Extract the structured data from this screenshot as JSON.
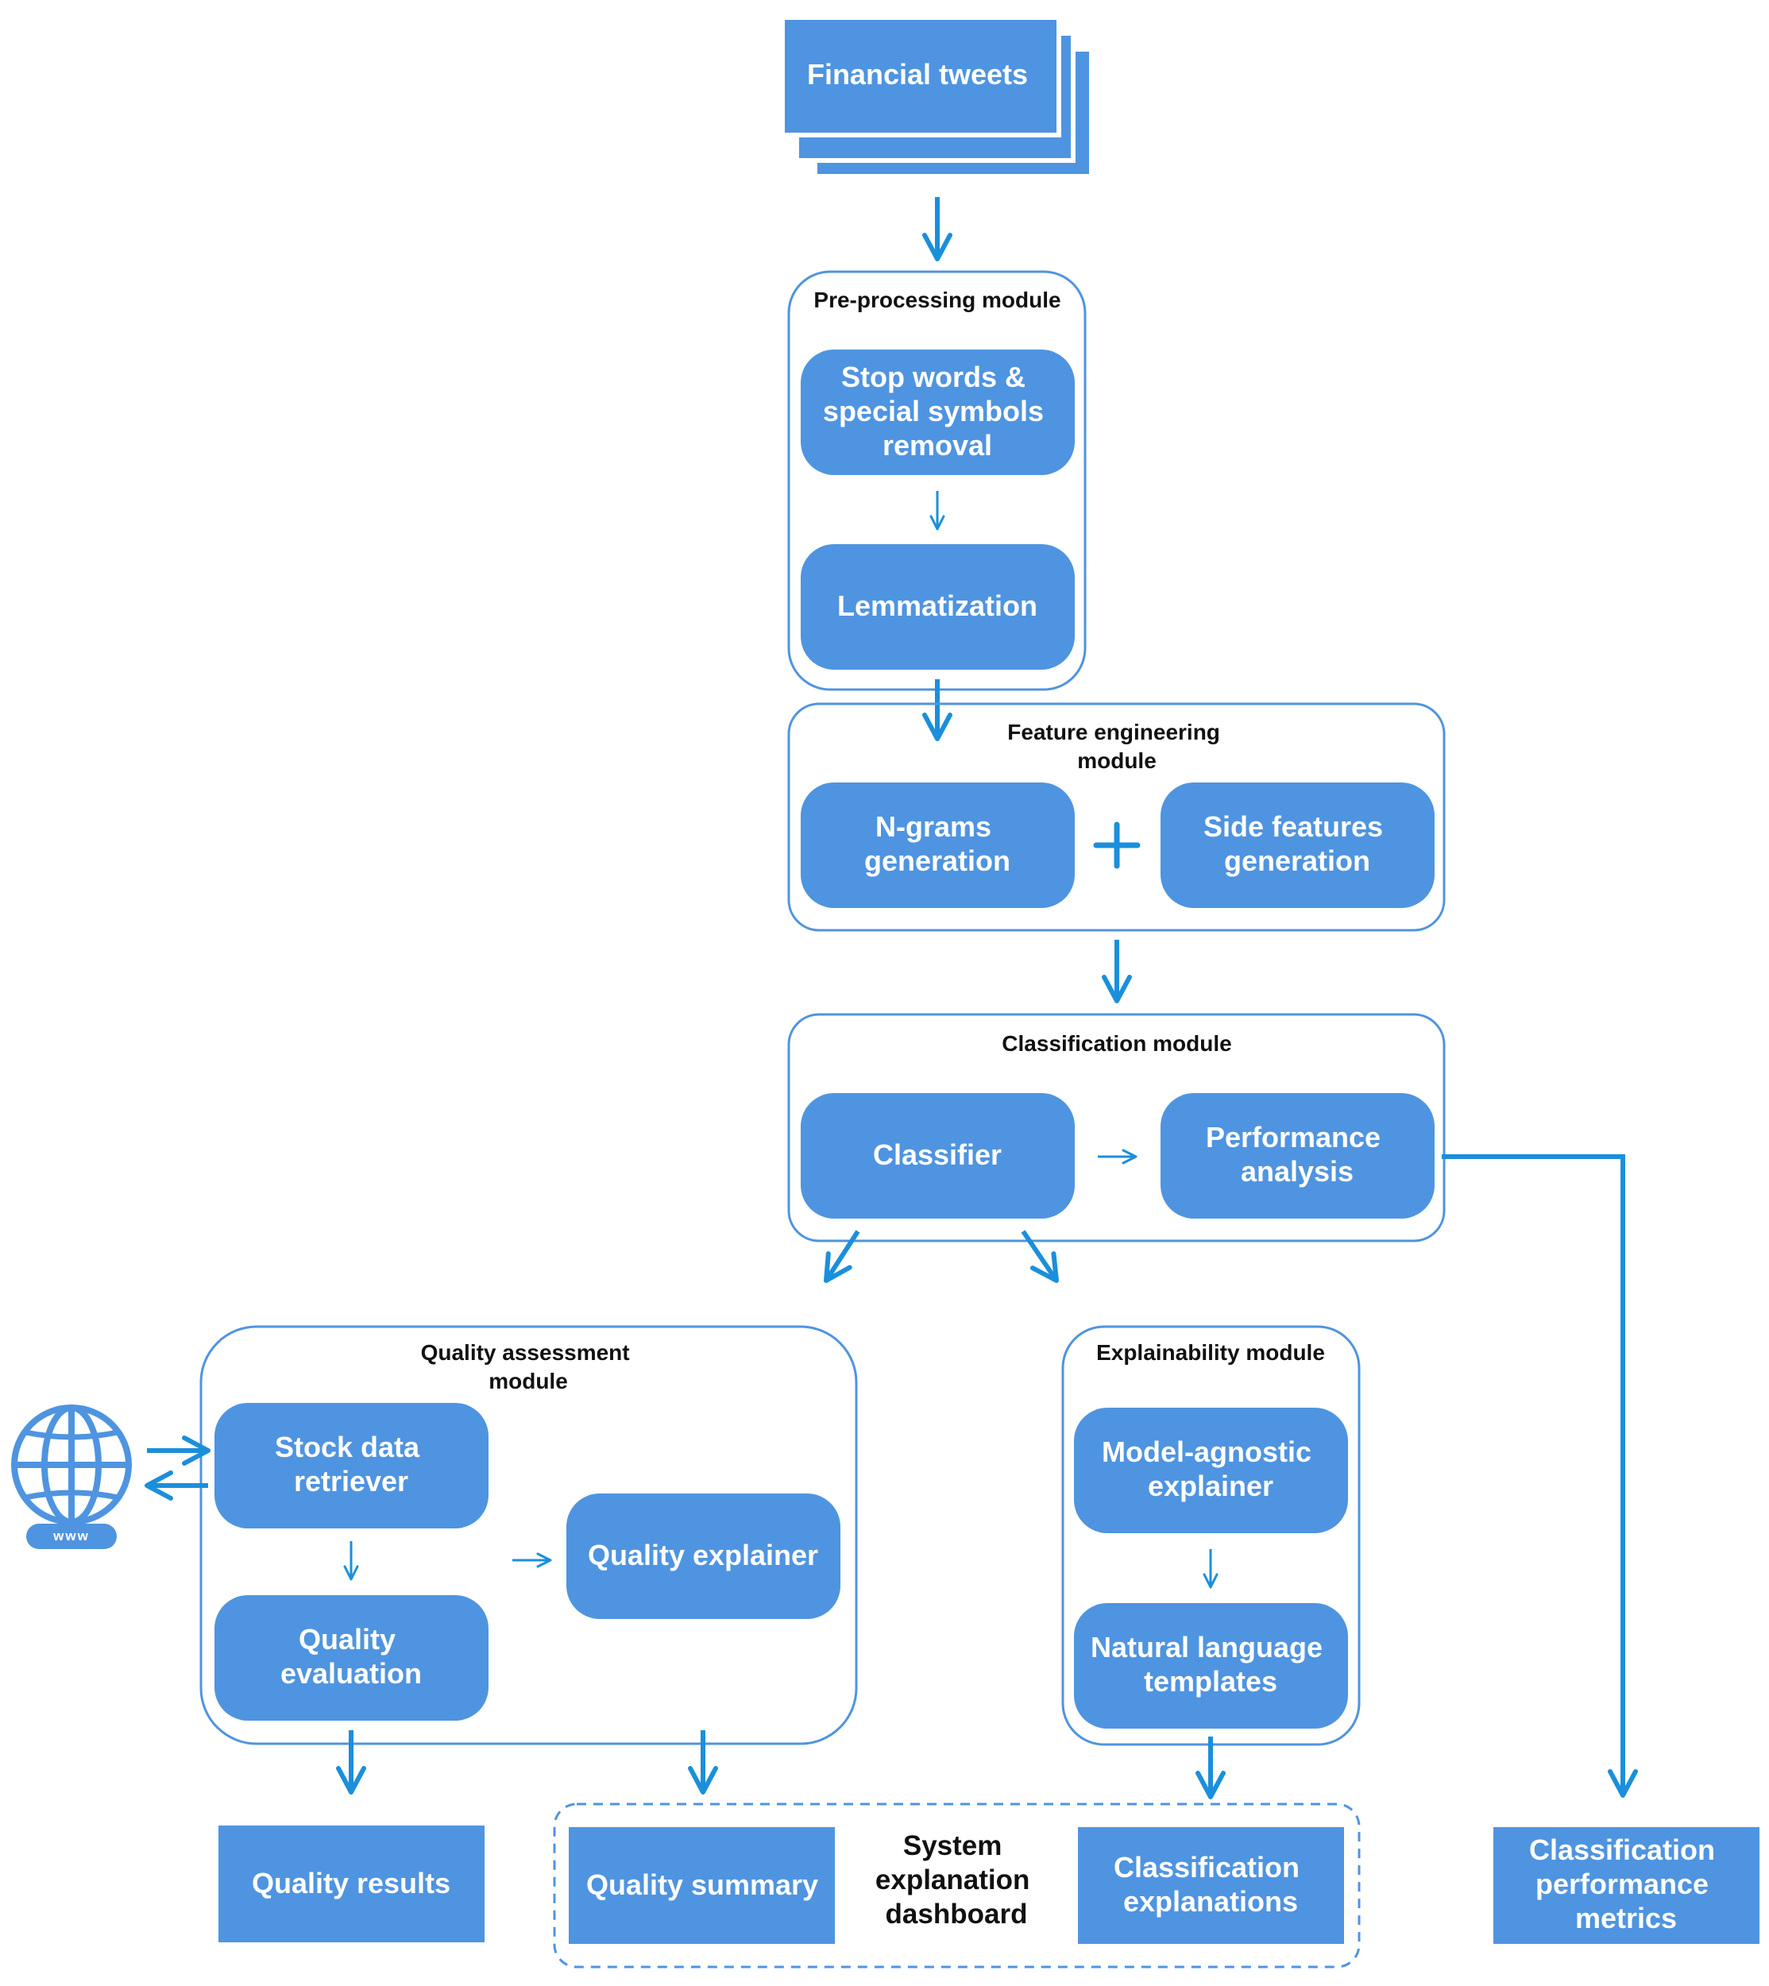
{
  "colors": {
    "box_fill": "#4F94E0",
    "module_border": "#4F94E0",
    "arrow": "#1B8FDB",
    "text_on_box": "#FFFFFF",
    "title_text": "#111111"
  },
  "nodes": {
    "financial_tweets": {
      "label": "Financial tweets"
    },
    "preprocessing": {
      "title": "Pre-processing module",
      "stopwords": [
        "Stop words &",
        "special symbols",
        "removal"
      ],
      "lemmatization": "Lemmatization"
    },
    "feature_engineering": {
      "title": [
        "Feature engineering",
        "module"
      ],
      "ngrams": [
        "N-grams",
        "generation"
      ],
      "side_features": [
        "Side features",
        "generation"
      ],
      "plus_symbol": "+"
    },
    "classification": {
      "title": "Classification module",
      "classifier": "Classifier",
      "performance": [
        "Performance",
        "analysis"
      ]
    },
    "quality_assessment": {
      "title": [
        "Quality assessment",
        "module"
      ],
      "stock_retriever": [
        "Stock data",
        "retriever"
      ],
      "quality_evaluation": [
        "Quality",
        "evaluation"
      ],
      "quality_explainer": "Quality explainer"
    },
    "explainability": {
      "title": "Explainability module",
      "model_agnostic": [
        "Model-agnostic",
        "explainer"
      ],
      "nl_templates": [
        "Natural language",
        "templates"
      ]
    },
    "web_icon": {
      "label": "www"
    },
    "outputs": {
      "quality_results": "Quality results",
      "quality_summary": "Quality summary",
      "dashboard_title": [
        "System",
        "explanation",
        "dashboard"
      ],
      "classification_explanations": [
        "Classification",
        "explanations"
      ],
      "performance_metrics": [
        "Classification",
        "performance",
        "metrics"
      ]
    }
  }
}
